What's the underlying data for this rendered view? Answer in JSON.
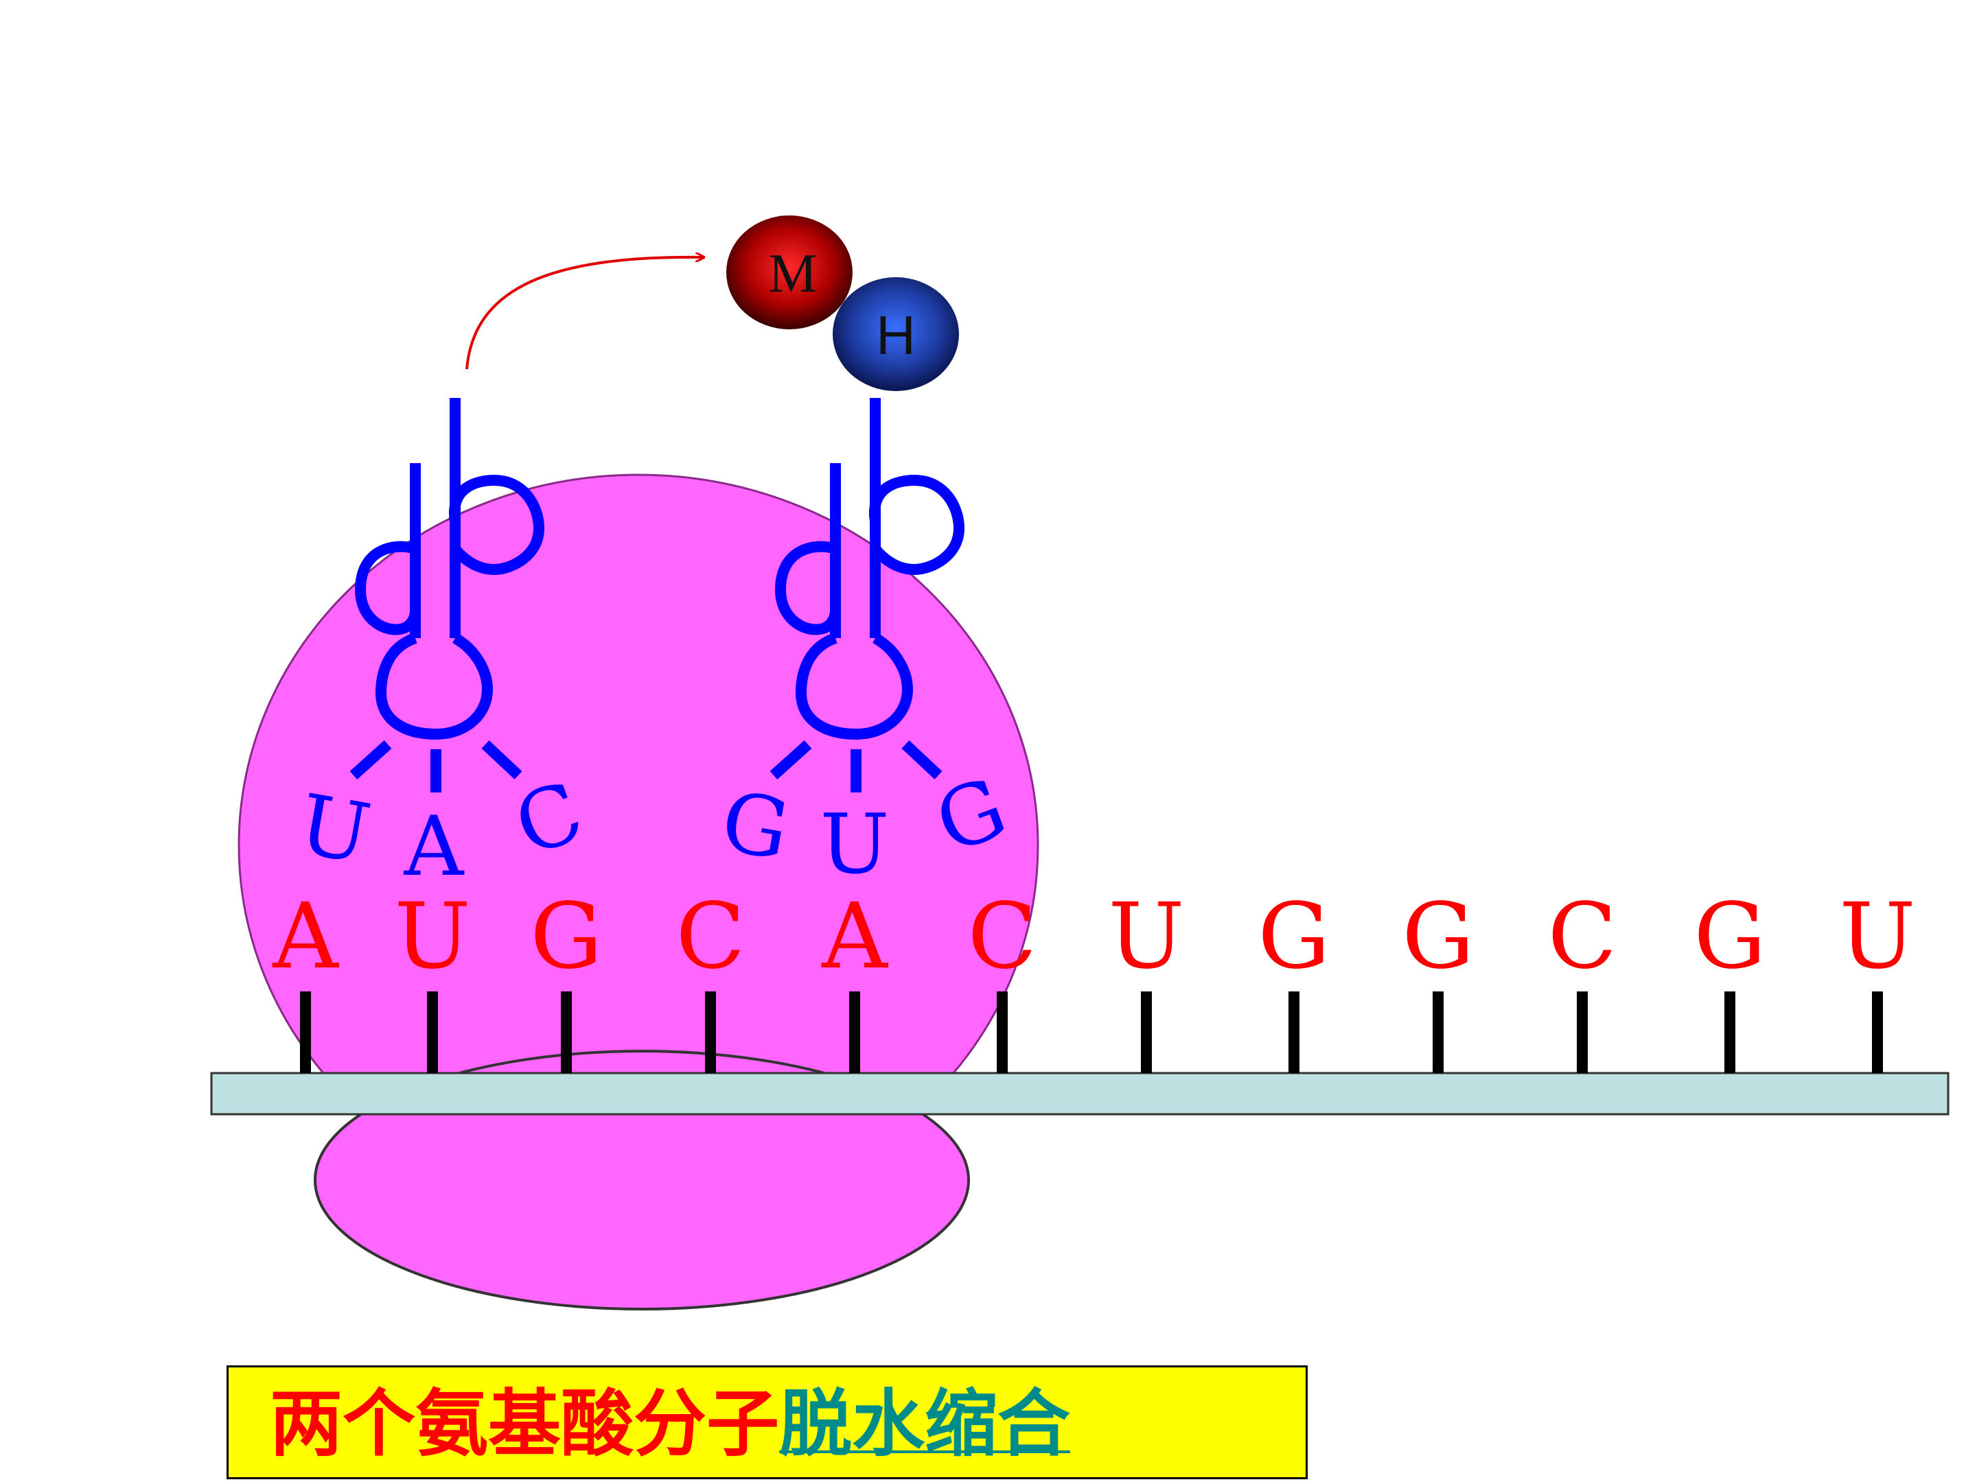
{
  "mrna": {
    "bases": [
      "A",
      "U",
      "G",
      "C",
      "A",
      "C",
      "U",
      "G",
      "G",
      "C",
      "G",
      "U"
    ],
    "base_color": "#ff0000",
    "strand_color": "#bde0e0"
  },
  "trnas": [
    {
      "anticodon": [
        "U",
        "A",
        "C"
      ]
    },
    {
      "anticodon": [
        "G",
        "U",
        "G"
      ]
    }
  ],
  "trna_color": "#0000ff",
  "ribosome_color": "#ff66ff",
  "amino_acids": [
    {
      "label": "M",
      "color": "#8b0000"
    },
    {
      "label": "H",
      "color": "#1f3fa8"
    }
  ],
  "transfer_arrow_color": "#e00000",
  "caption": {
    "part1": "两个氨基酸分子",
    "part2": "脱水缩合",
    "part1_color": "#ff0000",
    "part2_color": "#008b8b",
    "background": "#ffff00"
  }
}
